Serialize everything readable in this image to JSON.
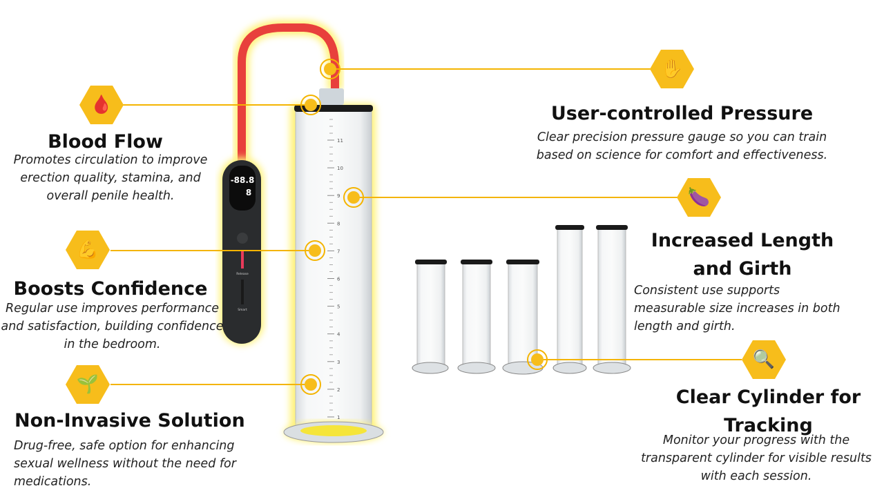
{
  "features": [
    {
      "title": "Blood Flow",
      "desc": "Promotes circulation to improve erection quality, stamina, and overall penile health.",
      "icon": "blood-drop-icon",
      "glyph": "🩸"
    },
    {
      "title": "Boosts Confidence",
      "desc": "Regular use improves performance and satisfaction, building confidence in the bedroom.",
      "icon": "flexed-biceps-icon",
      "glyph": "💪"
    },
    {
      "title": "Non-Invasive Solution",
      "desc": "Drug-free, safe option for enhancing sexual wellness without the need for medications.",
      "icon": "seedling-icon",
      "glyph": "🌱"
    },
    {
      "title": "User-controlled Pressure",
      "desc": "Clear precision pressure gauge so you can train based on science for comfort and effectiveness.",
      "icon": "raised-hand-icon",
      "glyph": "✋"
    },
    {
      "title": "Increased Length and Girth",
      "desc": "Consistent use supports measurable size increases in both length and girth.",
      "icon": "eggplant-icon",
      "glyph": "🍆"
    },
    {
      "title": "Clear Cylinder for Tracking",
      "desc": "Monitor your progress with the transparent cylinder for visible results with each session.",
      "icon": "magnifying-glass-icon",
      "glyph": "🔍"
    }
  ],
  "gauge": {
    "reading": "-88.8",
    "level": "8",
    "button1": "Release",
    "button2": "Smart"
  },
  "cylinder_scale": [
    "11",
    "10",
    "9",
    "8",
    "7",
    "6",
    "5",
    "4",
    "3",
    "2",
    "1"
  ],
  "colors": {
    "accent": "#f7bd1b",
    "hose": "#e8403c"
  }
}
